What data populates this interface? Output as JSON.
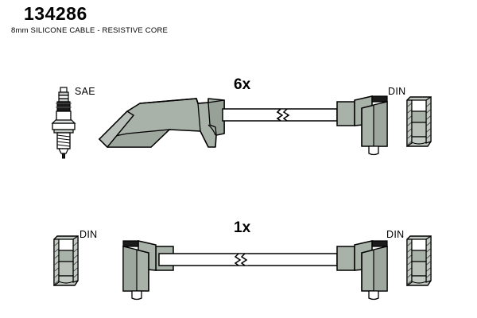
{
  "header": {
    "part_number": "134286",
    "description": "8mm SILICONE CABLE - RESISTIVE CORE"
  },
  "colors": {
    "body_gray": "#a9b2a9",
    "shade_gray": "#98a198",
    "light_gray": "#c3cac3",
    "outline": "#000000",
    "background": "#ffffff"
  },
  "assemblies": [
    {
      "id": "upper-assembly",
      "quantity_label": "6x",
      "left_terminal": "SAE",
      "right_terminal": "DIN",
      "left_boot_type": "angled-spark-plug-boot",
      "right_boot_type": "right-angle-din-boot",
      "cable_break": true
    },
    {
      "id": "lower-assembly",
      "quantity_label": "1x",
      "left_terminal": "DIN",
      "right_terminal": "DIN",
      "left_boot_type": "right-angle-din-boot",
      "right_boot_type": "right-angle-din-boot",
      "cable_break": true
    }
  ],
  "labels": {
    "qty_upper": "6x",
    "qty_lower": "1x",
    "sae": "SAE",
    "din_top_right": "DIN",
    "din_bottom_left": "DIN",
    "din_bottom_right": "DIN"
  },
  "icons": {
    "spark_plug": "spark-plug-icon",
    "din_socket": "din-socket-icon",
    "cable_break": "cable-break-icon"
  }
}
